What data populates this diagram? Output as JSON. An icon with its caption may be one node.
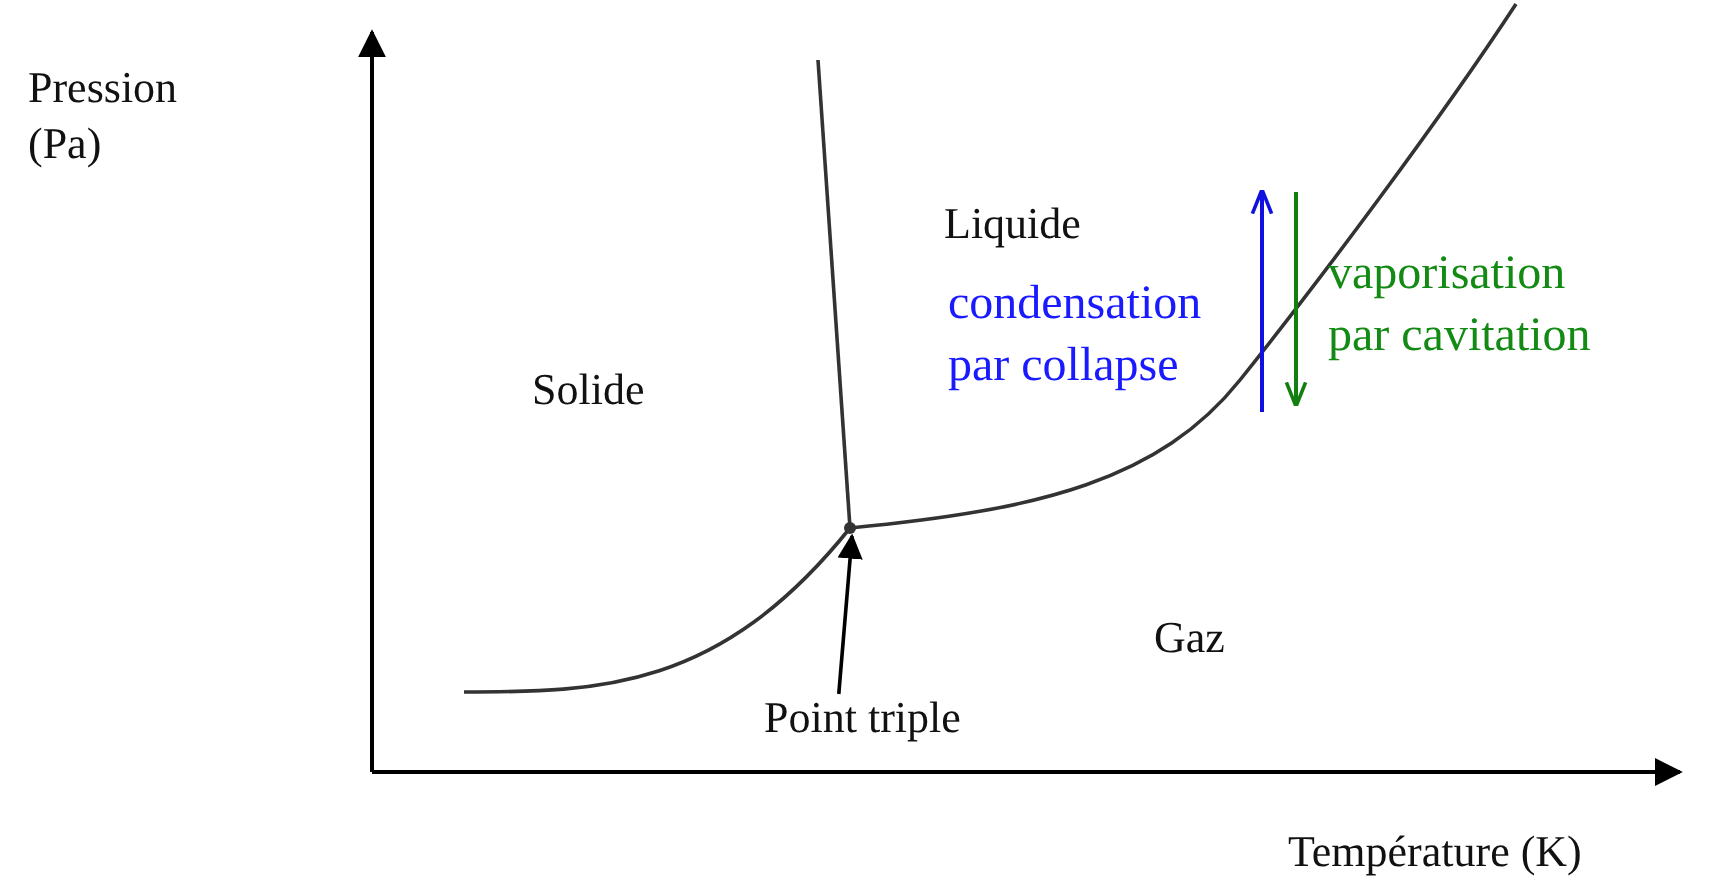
{
  "diagram": {
    "nodes": [
      {
        "text": [
          "Point triple"
        ]
      },
      {
        "text": [],
        "shape": "point"
      }
    ],
    "edges": [
      {
        "from": 0,
        "to": 1,
        "arrow": "to"
      }
    ],
    "labels": [
      "Pression (Pa)",
      "Liquide",
      "condensation par collapse",
      "vaporisation par cavitation",
      "Solide",
      "Gaz",
      "Température (K)"
    ]
  }
}
